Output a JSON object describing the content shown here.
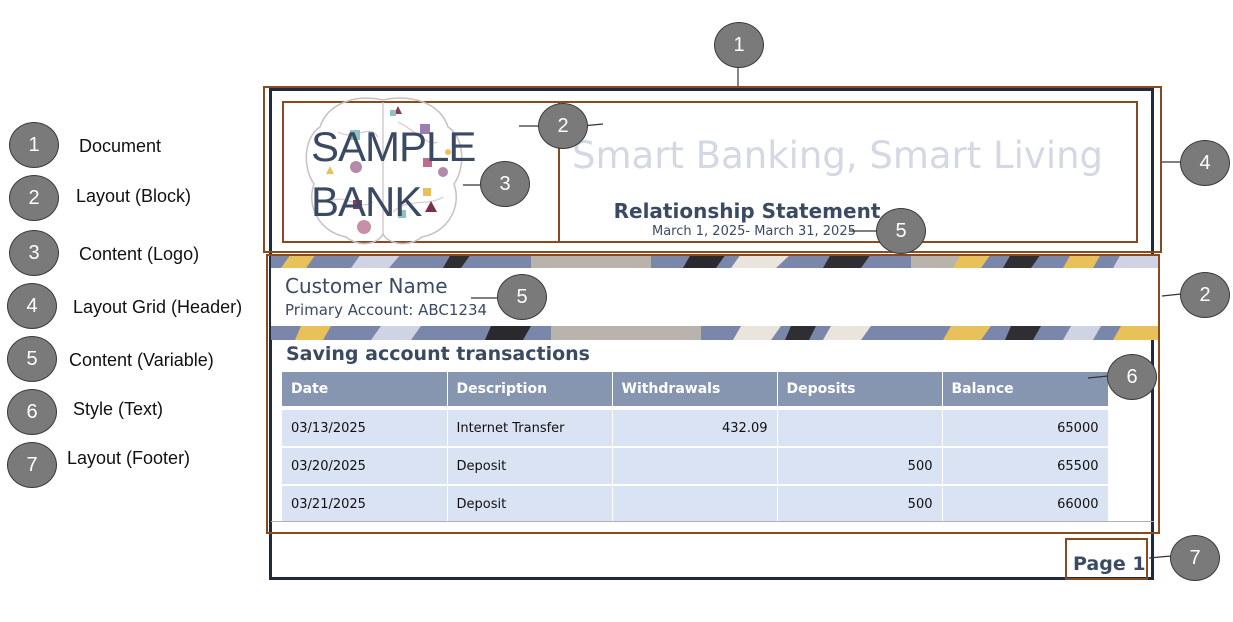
{
  "legend": [
    {
      "num": "1",
      "label": "Document"
    },
    {
      "num": "2",
      "label": "Layout (Block)"
    },
    {
      "num": "3",
      "label": "Content (Logo)"
    },
    {
      "num": "4",
      "label": "Layout Grid (Header)"
    },
    {
      "num": "5",
      "label": "Content (Variable)"
    },
    {
      "num": "6",
      "label": "Style (Text)"
    },
    {
      "num": "7",
      "label": "Layout (Footer)"
    }
  ],
  "callouts": {
    "document": "1",
    "header_block": "2",
    "logo": "3",
    "header_grid": "4",
    "dates_variable": "5",
    "customer_variable": "5",
    "body_block": "2",
    "table_style": "6",
    "footer": "7"
  },
  "header": {
    "logo_line1": "SAMPLE",
    "logo_line2": "BANK",
    "tagline": "Smart Banking, Smart Living",
    "statement_title": "Relationship Statement",
    "statement_dates": "March 1, 2025- March 31, 2025"
  },
  "customer": {
    "name": "Customer Name",
    "account": "Primary Account: ABC1234"
  },
  "transactions": {
    "title": "Saving account transactions",
    "columns": [
      "Date",
      "Description",
      "Withdrawals",
      "Deposits",
      "Balance"
    ],
    "rows": [
      {
        "date": "03/13/2025",
        "description": "Internet Transfer",
        "withdrawals": "432.09",
        "deposits": "",
        "balance": "65000"
      },
      {
        "date": "03/20/2025",
        "description": "Deposit",
        "withdrawals": "",
        "deposits": "500",
        "balance": "65500"
      },
      {
        "date": "03/21/2025",
        "description": "Deposit",
        "withdrawals": "",
        "deposits": "500",
        "balance": "66000"
      }
    ]
  },
  "footer": {
    "page": "Page 1"
  },
  "colors": {
    "frame": "#1f2a40",
    "grid_border": "#8b4a1e",
    "text_primary": "#3b4a63",
    "tagline": "#d3d8e4",
    "table_header": "#8696b1",
    "table_row": "#dae3f3",
    "badge": "#7a7a7a"
  }
}
